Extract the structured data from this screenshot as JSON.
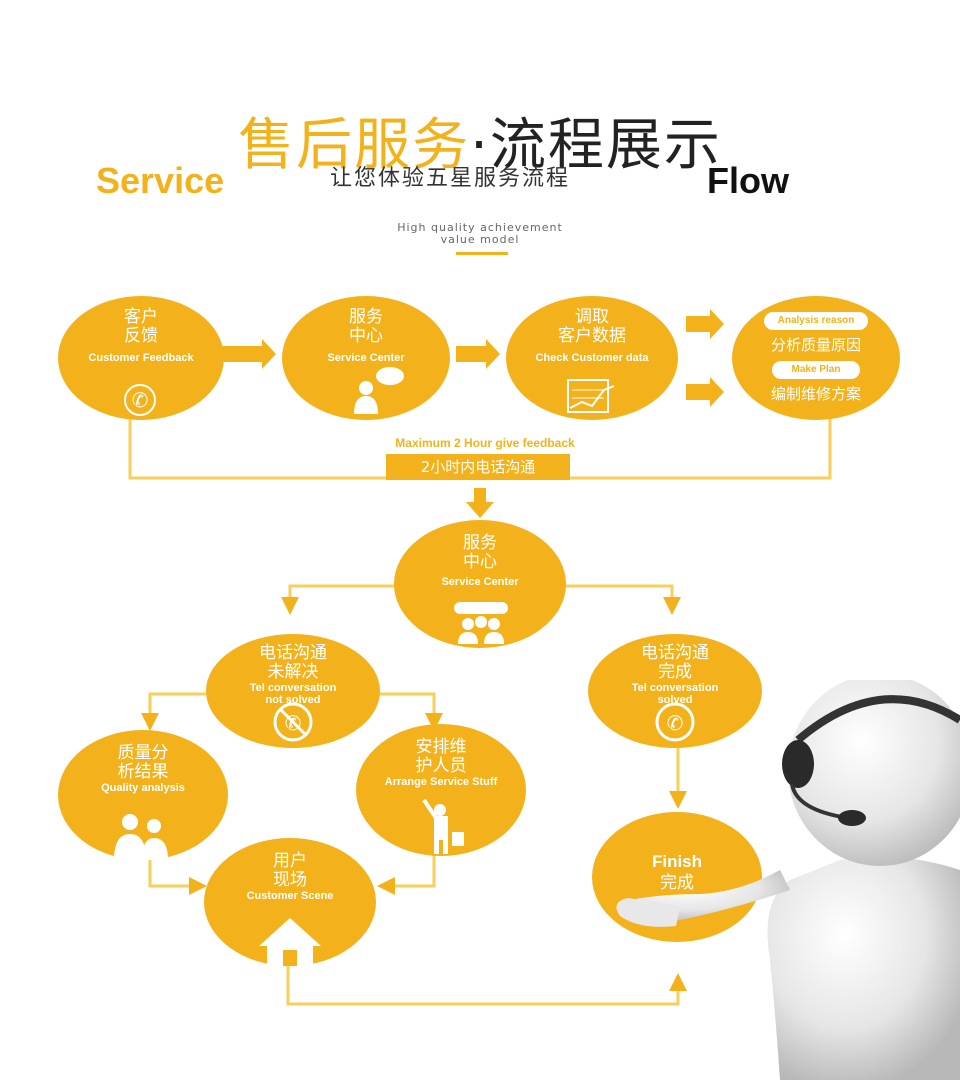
{
  "header": {
    "title_part1": "售后服务",
    "title_dot": "·",
    "title_part2": "流程展示",
    "service_word": "Service",
    "flow_word": "Flow",
    "subtitle": "让您体验五星服务流程",
    "tagline_line1": "High quality achievement",
    "tagline_line2": "value model"
  },
  "top_row": {
    "customer_feedback": {
      "cn1": "客户",
      "cn2": "反馈",
      "en": "Customer Feedback"
    },
    "service_center": {
      "cn1": "服务",
      "cn2": "中心",
      "en": "Service Center"
    },
    "check_data": {
      "cn1": "调取",
      "cn2": "客户数据",
      "en": "Check Customer data"
    },
    "analysis": {
      "pill1": "Analysis reason",
      "cn1": "分析质量原因",
      "pill2": "Make Plan",
      "cn2": "编制维修方案"
    }
  },
  "feedback_note": {
    "en": "Maximum 2 Hour give feedback",
    "cn": "2小时内电话沟通"
  },
  "flow": {
    "service_center": {
      "cn1": "服务",
      "cn2": "中心",
      "en": "Service Center"
    },
    "not_solved": {
      "cn1": "电话沟通",
      "cn2": "未解决",
      "en1": "Tel conversation",
      "en2": "not solved"
    },
    "solved": {
      "cn1": "电话沟通",
      "cn2": "完成",
      "en1": "Tel conversation",
      "en2": "solved"
    },
    "quality": {
      "cn1": "质量分",
      "cn2": "析结果",
      "en": "Quality analysis"
    },
    "arrange": {
      "cn1": "安排维",
      "cn2": "护人员",
      "en": "Arrange Service Stuff"
    },
    "scene": {
      "cn1": "用户",
      "cn2": "现场",
      "en": "Customer Scene"
    },
    "finish": {
      "en": "Finish",
      "cn": "完成"
    }
  },
  "colors": {
    "accent": "#f3b21b",
    "line": "#f7cf5a"
  },
  "icons": [
    "phone-icon",
    "person-speech-icon",
    "chart-icon",
    "team-icon",
    "phone-cross-icon",
    "phone-icon",
    "people-icon",
    "worker-icon",
    "house-icon",
    "3d-person-headset"
  ]
}
